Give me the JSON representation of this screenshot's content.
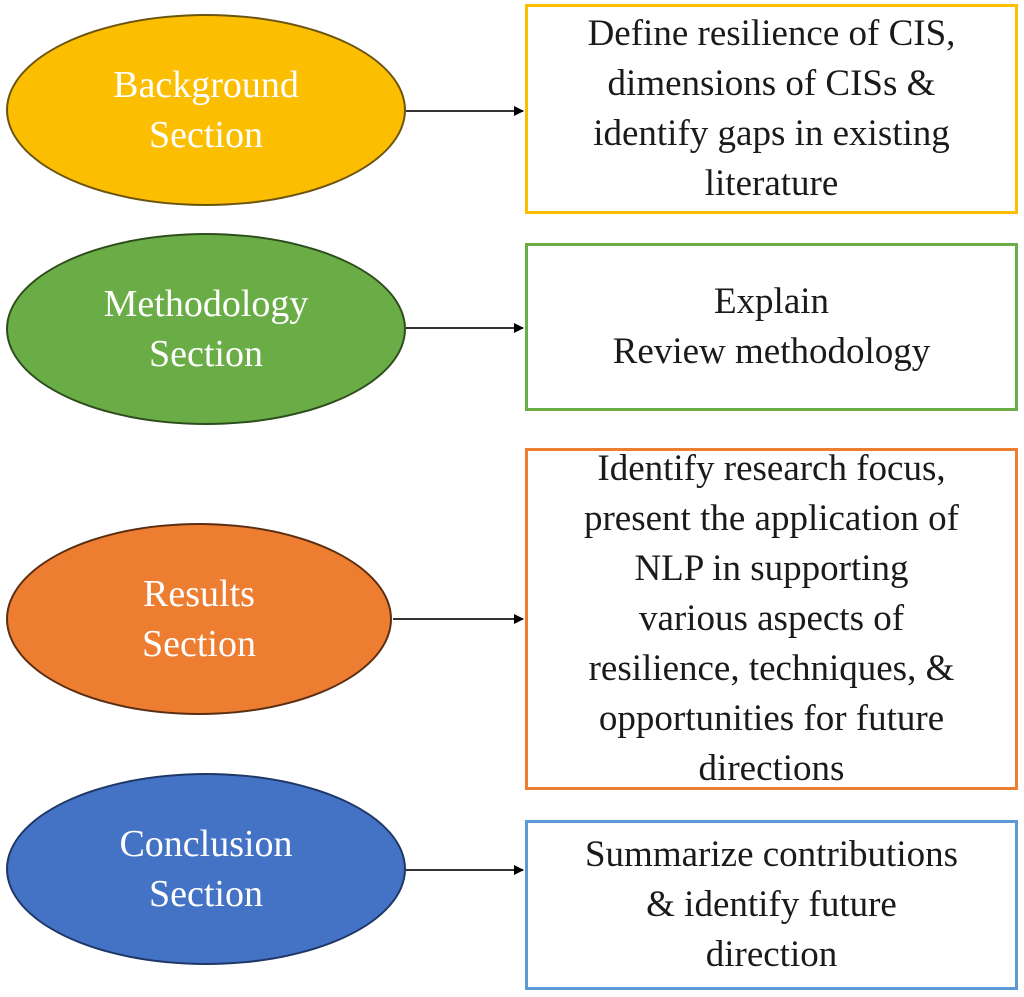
{
  "colors": {
    "background_section": "#fcbe00",
    "methodology_section": "#6aad47",
    "results_section": "#ed7d31",
    "conclusion_section": "#4472c4",
    "conclusion_box_border": "#5b9bd5",
    "arrow": "#000000"
  },
  "sections": [
    {
      "id": "background",
      "ellipse_lines": [
        "Background",
        "Section"
      ],
      "description_lines": [
        "Define resilience of CIS,",
        "dimensions of CISs &",
        "identify gaps in existing",
        "literature"
      ]
    },
    {
      "id": "methodology",
      "ellipse_lines": [
        "Methodology",
        "Section"
      ],
      "description_lines": [
        "Explain",
        "Review methodology"
      ]
    },
    {
      "id": "results",
      "ellipse_lines": [
        "Results",
        "Section"
      ],
      "description_lines": [
        "Identify research focus,",
        "present the application of",
        "NLP in supporting",
        "various aspects of",
        "resilience, techniques, &",
        "opportunities for future",
        "directions"
      ]
    },
    {
      "id": "conclusion",
      "ellipse_lines": [
        "Conclusion",
        "Section"
      ],
      "description_lines": [
        "Summarize contributions",
        "& identify future",
        "direction"
      ]
    }
  ]
}
